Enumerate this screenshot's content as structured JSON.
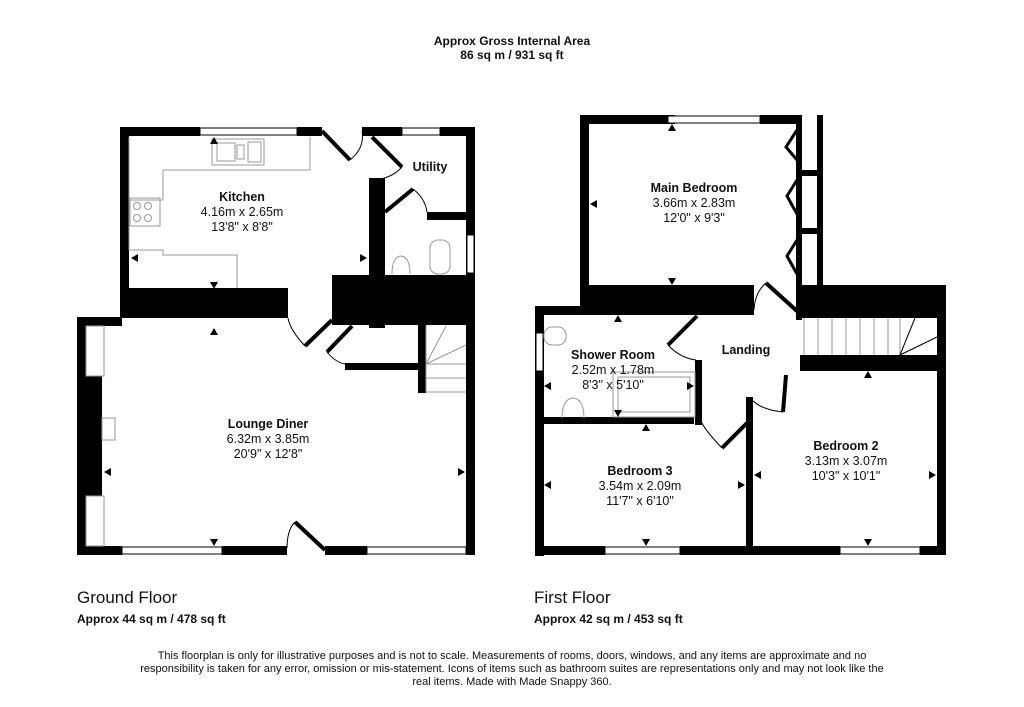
{
  "header": {
    "title": "Approx Gross Internal Area",
    "area": "86 sq m / 931 sq ft"
  },
  "floors": [
    {
      "name": "Ground Floor",
      "area": "Approx 44 sq m / 478 sq ft",
      "rooms": [
        {
          "name": "Kitchen",
          "metric": "4.16m x 2.65m",
          "imperial": "13'8\" x 8'8\""
        },
        {
          "name": "Utility",
          "metric": "",
          "imperial": ""
        },
        {
          "name": "Lounge Diner",
          "metric": "6.32m x 3.85m",
          "imperial": "20'9\" x 12'8\""
        }
      ]
    },
    {
      "name": "First Floor",
      "area": "Approx 42 sq m / 453 sq ft",
      "rooms": [
        {
          "name": "Main Bedroom",
          "metric": "3.66m x 2.83m",
          "imperial": "12'0\" x 9'3\""
        },
        {
          "name": "Landing",
          "metric": "",
          "imperial": ""
        },
        {
          "name": "Shower Room",
          "metric": "2.52m x 1.78m",
          "imperial": "8'3\" x 5'10\""
        },
        {
          "name": "Bedroom 3",
          "metric": "3.54m x 2.09m",
          "imperial": "11'7\" x 6'10\""
        },
        {
          "name": "Bedroom 2",
          "metric": "3.13m x 3.07m",
          "imperial": "10'3\" x 10'1\""
        }
      ]
    }
  ],
  "disclaimer": "This floorplan is only for illustrative purposes and is not to scale. Measurements of rooms, doors, windows, and any items are approximate and no responsibility is taken for any error, omission or mis-statement. Icons of items such as bathroom suites are representations only and may not look like the real items. Made with Made Snappy 360.",
  "colors": {
    "wall": "#000000",
    "background": "#ffffff",
    "fixture": "#999999"
  }
}
